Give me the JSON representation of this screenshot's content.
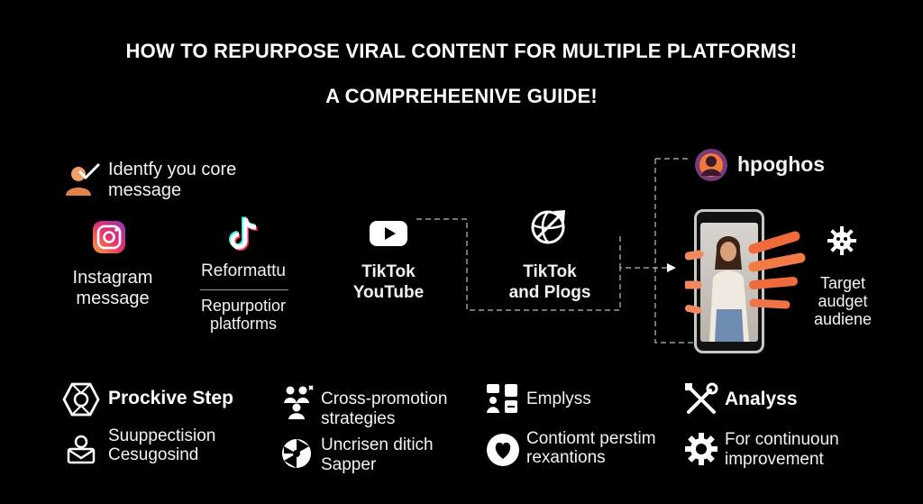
{
  "title": {
    "line1": "HOW TO REPURPOSE VIRAL CONTENT FOR MULTIPLE PLATFORMS!",
    "line2": "A COMPREHEENIVE GUIDE!"
  },
  "flow": {
    "identify_line1": "Identfy you core",
    "identify_line2": "message",
    "instagram_line1": "Instagram",
    "instagram_line2": "message",
    "tiktok_top": "Reformattu",
    "tiktok_bottom_line1": "Repurpotior",
    "tiktok_bottom_line2": "platforms",
    "youtube_line1": "TikTok",
    "youtube_line2": "YouTube",
    "plogs_line1": "TikTok",
    "plogs_line2": "and Plogs",
    "brand": "hpoghos",
    "target_line1": "Target",
    "target_line2": "audget",
    "target_line3": "audiene"
  },
  "bottom": {
    "step_title": "Prockive Step",
    "step_sub_line1": "Suuppectision",
    "step_sub_line2": "Cesugosind",
    "cross_line1": "Cross-promotion",
    "cross_line2": "strategies",
    "uncrisen_line1": "Uncrisen ditich",
    "uncrisen_line2": "Sapper",
    "emplyss": "Emplyss",
    "contiomt_line1": "Contiomt perstim",
    "contiomt_line2": "rexantions",
    "analyss": "Analyss",
    "improve_line1": "For continuoun",
    "improve_line2": "improvement"
  },
  "colors": {
    "background": "#000000",
    "text": "#ffffff",
    "accent_orange": "#f06a3a",
    "instagram_gradient": [
      "#f9a33a",
      "#e8306f",
      "#8a3ab9"
    ],
    "tiktok_cyan": "#25f4ee",
    "tiktok_red": "#fe2c55",
    "dash": "#bdbdbd"
  }
}
